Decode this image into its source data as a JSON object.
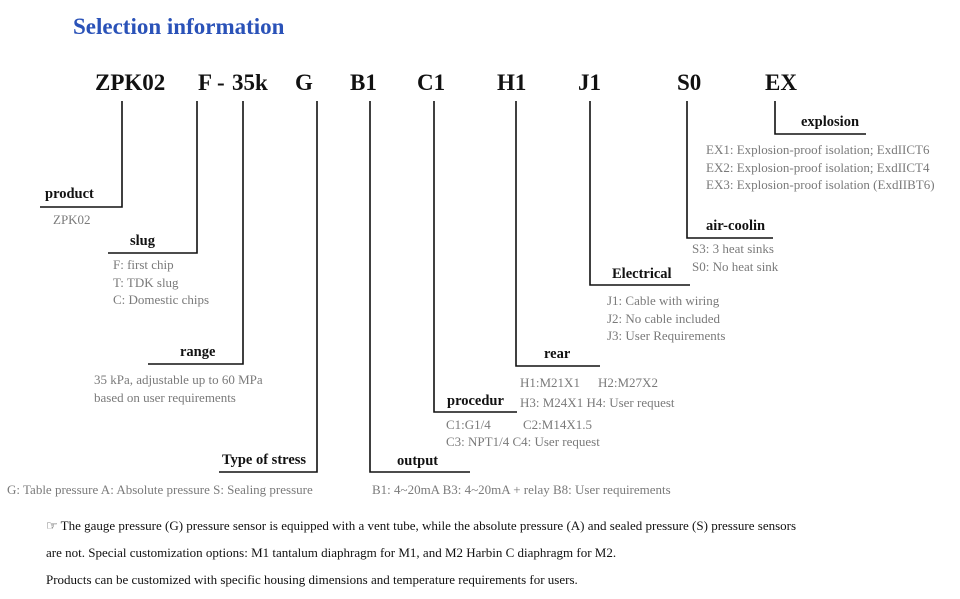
{
  "title": "Selection information",
  "codes": {
    "product": "ZPK02",
    "slug": "F",
    "dash": "-",
    "range": "35k",
    "stress": "G",
    "output": "B1",
    "procedure": "C1",
    "rear": "H1",
    "electrical": "J1",
    "aircooling": "S0",
    "explosion": "EX"
  },
  "labels": {
    "product": "product",
    "slug": "slug",
    "range": "range",
    "stress": "Type of stress",
    "output": "output",
    "procedure": "procedur",
    "rear": "rear",
    "electrical": "Electrical",
    "aircooling": "air-coolin",
    "explosion": "explosion"
  },
  "options": {
    "product": [
      "ZPK02"
    ],
    "slug": [
      "F: first chip",
      "T:   TDK slug",
      "C: Domestic chips"
    ],
    "range": [
      "35 kPa, adjustable up to 60 MPa",
      "based on user requirements"
    ],
    "stress": [
      "G: Table pressure A: Absolute pressure S: Sealing pressure"
    ],
    "output": [
      "B1: 4~20mA B3: 4~20mA + relay B8: User requirements"
    ],
    "procedure": [
      "C1:G1/4",
      "C2:M14X1.5",
      "C3: NPT1/4 C4: User request"
    ],
    "rear": [
      "H1:M21X1",
      "H2:M27X2",
      "H3: M24X1 H4: User request"
    ],
    "electrical": [
      "J1: Cable with wiring",
      "J2: No cable included",
      "J3: User Requirements"
    ],
    "aircooling": [
      "S3: 3 heat sinks",
      "S0: No heat sink"
    ],
    "explosion": [
      "EX1: Explosion-proof isolation; ExdIICT6",
      "EX2: Explosion-proof isolation; ExdIICT4",
      "EX3: Explosion-proof isolation (ExdIIBT6)"
    ]
  },
  "notes": {
    "icon": "☞",
    "line1": "The gauge pressure (G) pressure sensor is equipped with a vent tube, while the absolute pressure (A) and sealed pressure (S) pressure sensors",
    "line2": "are not. Special customization options: M1 tantalum diaphragm for M1, and M2 Harbin C diaphragm for M2.",
    "line3": "Products can be customized with specific housing dimensions and temperature requirements for users."
  }
}
